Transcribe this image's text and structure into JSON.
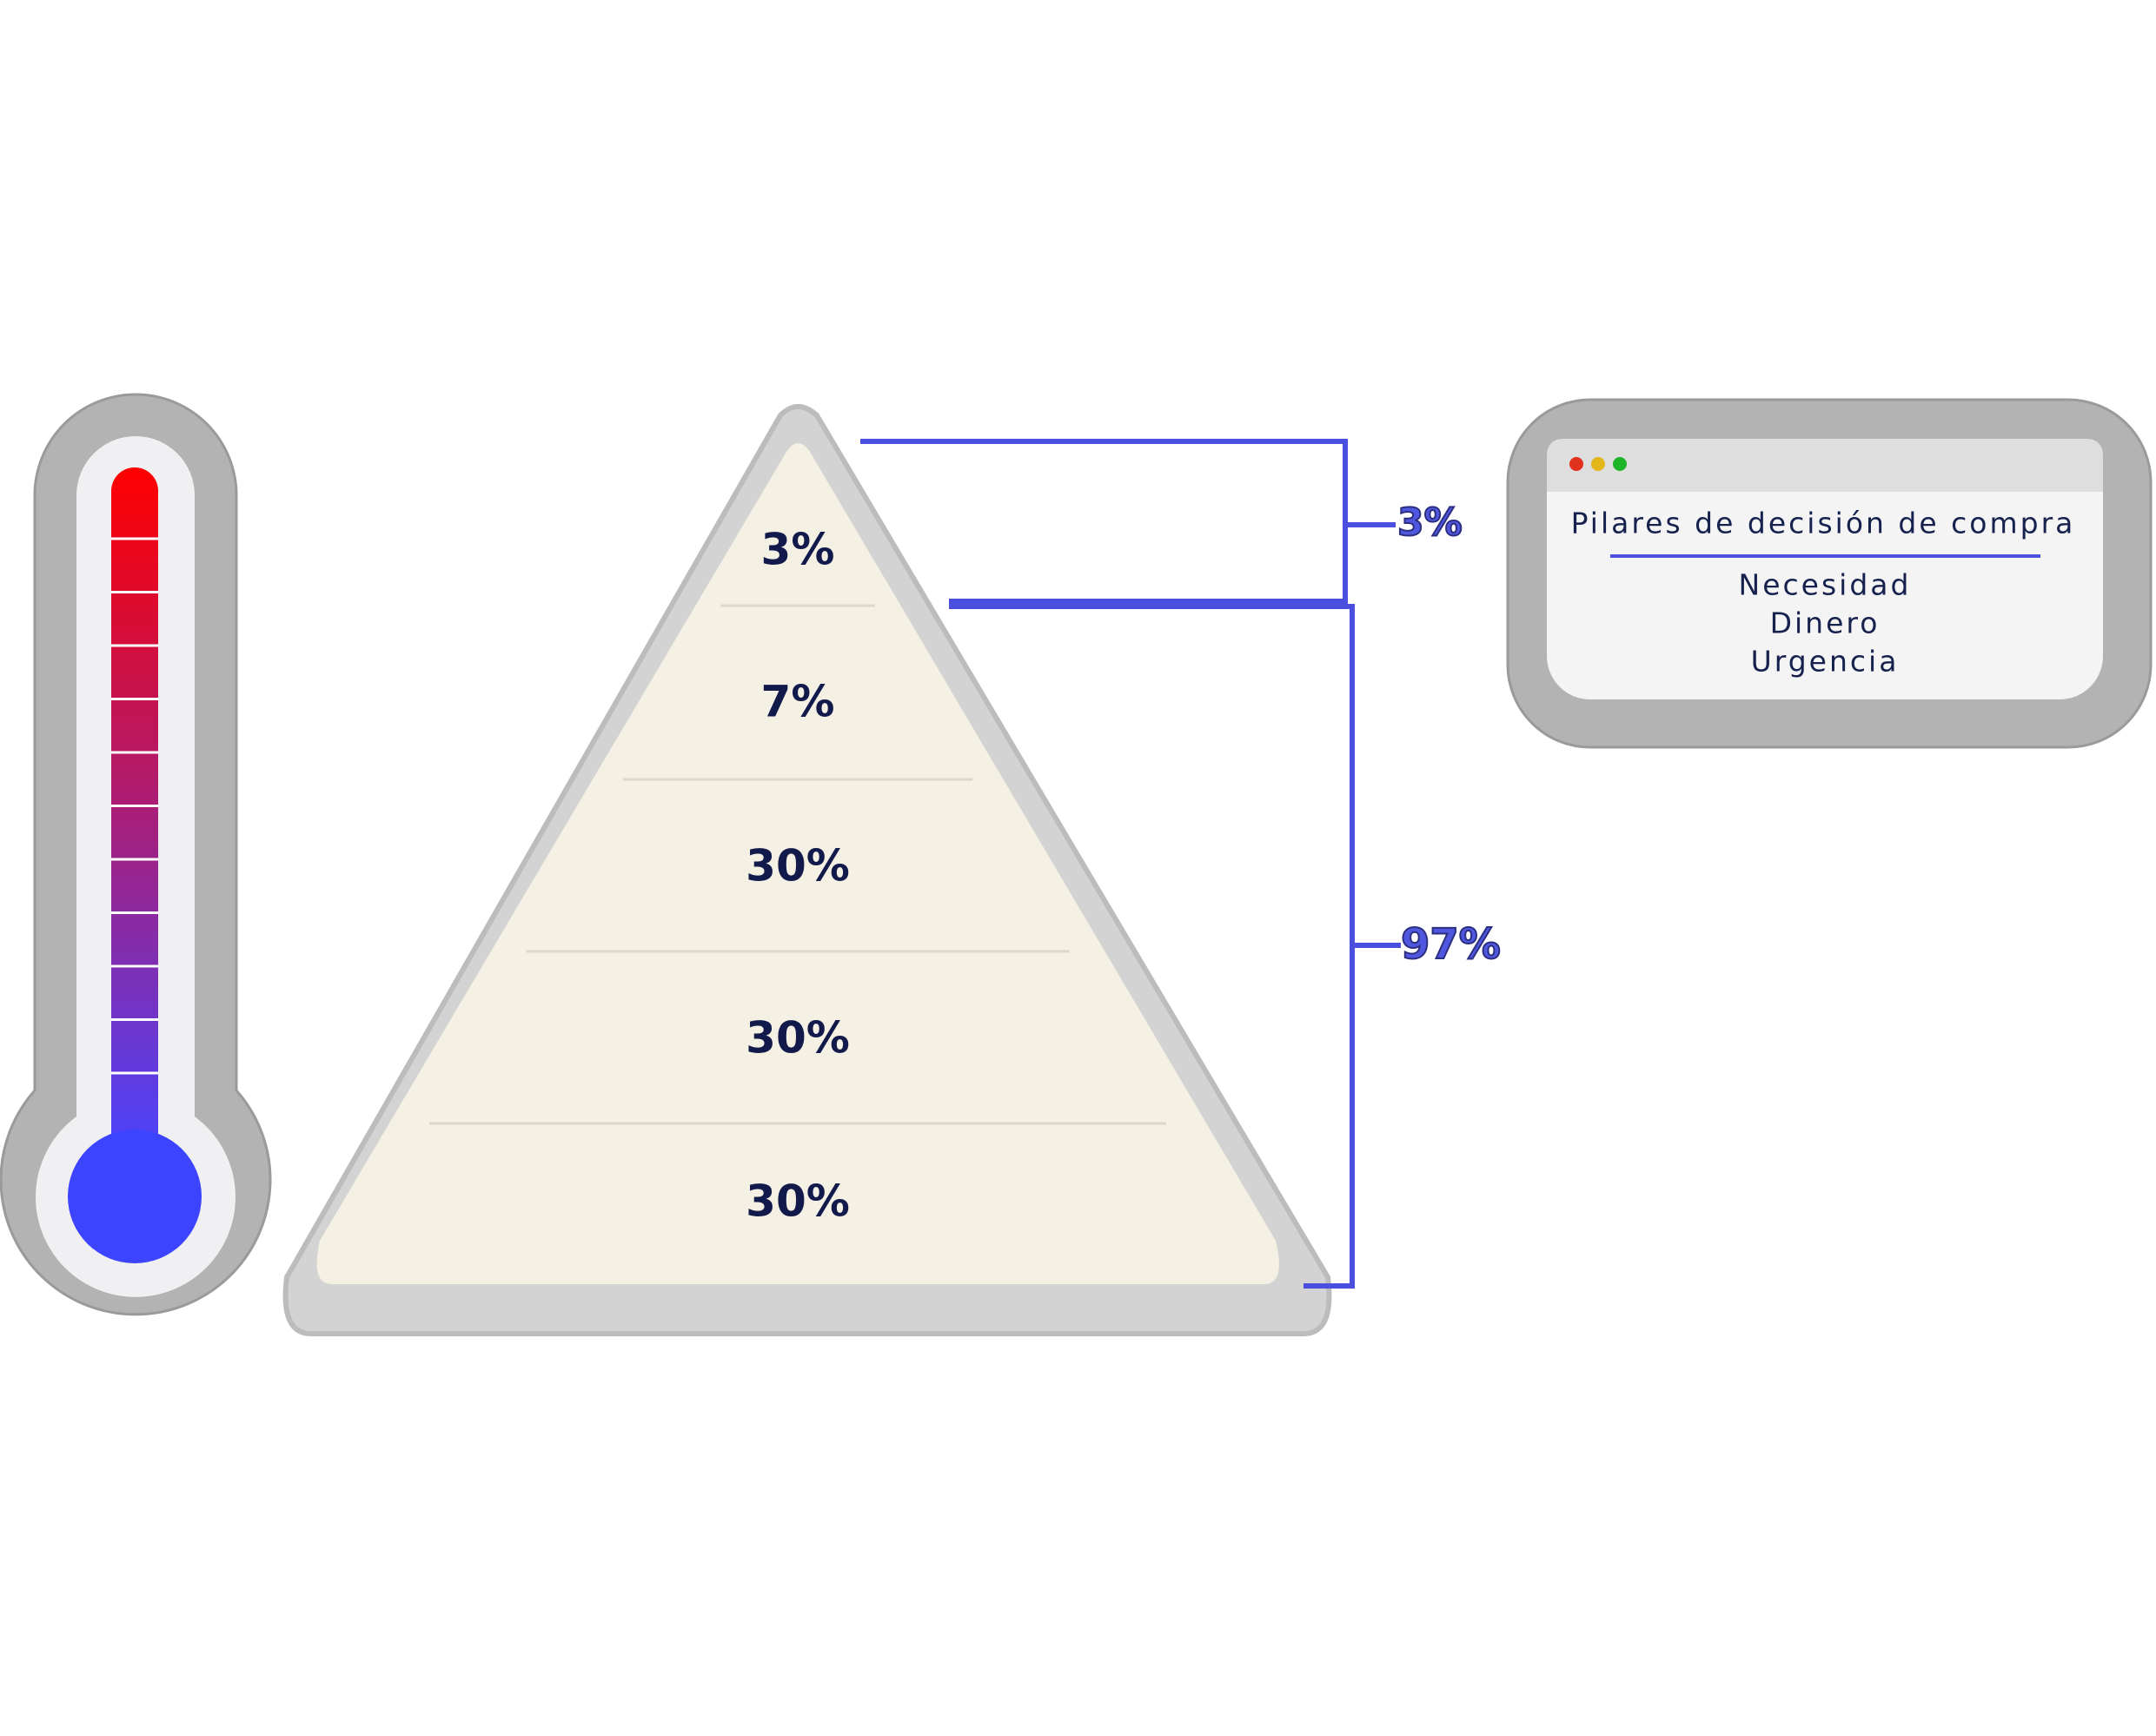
{
  "colors": {
    "accent": "#4a4fe0",
    "text_dark": "#111a4a",
    "pyramid_fill": "#f5f0e4",
    "frame_gray": "#d7d7d7",
    "thermo_hot": "#ff0000",
    "thermo_cold": "#3d44ff",
    "dot_red": "#e0301e",
    "dot_yellow": "#e3b71a",
    "dot_green": "#1fb52b"
  },
  "thermometer": {
    "icon": "thermometer-icon",
    "segments": 11
  },
  "pyramid": {
    "levels": [
      {
        "label": "3%"
      },
      {
        "label": "7%"
      },
      {
        "label": "30%"
      },
      {
        "label": "30%"
      },
      {
        "label": "30%"
      }
    ]
  },
  "brackets": {
    "top_label": "3%",
    "bottom_label": "97%"
  },
  "window": {
    "title": "Pilares de decisión de compra",
    "items": [
      "Necesidad",
      "Dinero",
      "Urgencia"
    ]
  }
}
